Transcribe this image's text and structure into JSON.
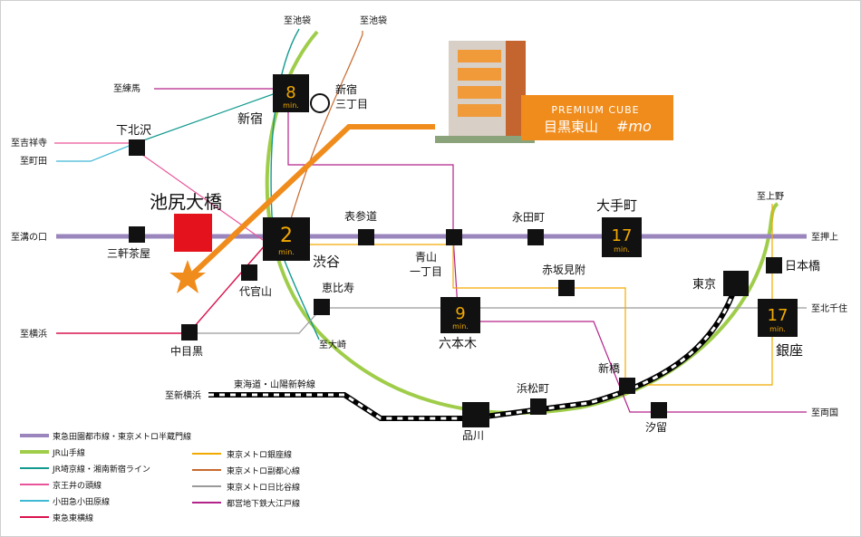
{
  "brand": {
    "tagline": "PREMIUM CUBE",
    "name": "目黒東山",
    "suffix": "#mo",
    "accent_color": "#f08c1c"
  },
  "destinations": {
    "ikebukuro_1": "至池袋",
    "ikebukuro_2": "至池袋",
    "nerima": "至練馬",
    "kichijoji": "至吉祥寺",
    "machida": "至町田",
    "mizonokuchi": "至溝の口",
    "yokohama": "至横浜",
    "oosaki": "至大崎",
    "shinyokohama": "至新横浜",
    "ueno": "至上野",
    "oshiage": "至押上",
    "kitasenju": "至北千住",
    "ryogoku": "至両国"
  },
  "stations": {
    "shinjuku": "新宿",
    "shinjuku_sanchome_1": "新宿",
    "shinjuku_sanchome_2": "三丁目",
    "shimokitazawa": "下北沢",
    "ikejiri_ohashi": "池尻大橋",
    "sangenjaya": "三軒茶屋",
    "shibuya": "渋谷",
    "daikanyama": "代官山",
    "nakameguro": "中目黒",
    "ebisu": "恵比寿",
    "omotesando": "表参道",
    "aoyama_1": "青山",
    "aoyama_2": "一丁目",
    "nagatacho": "永田町",
    "otemachi": "大手町",
    "akasaka_mitsuke": "赤坂見附",
    "roppongi": "六本木",
    "tokyo": "東京",
    "nihonbashi": "日本橋",
    "ginza": "銀座",
    "shinbashi": "新橋",
    "hamamatsucho": "浜松町",
    "shiodome": "汐留",
    "shinagawa": "品川",
    "tokaido": "東海道・山陽新幹線"
  },
  "travel_times": {
    "shinjuku": {
      "value": "8",
      "unit": "min."
    },
    "shibuya": {
      "value": "2",
      "unit": "min."
    },
    "otemachi": {
      "value": "17",
      "unit": "min."
    },
    "roppongi": {
      "value": "9",
      "unit": "min."
    },
    "ginza": {
      "value": "17",
      "unit": "min."
    }
  },
  "legend": [
    {
      "label": "東急田園都市線・東京メトロ半蔵門線",
      "color": "#9a86bd"
    },
    {
      "label": "JR山手線",
      "color": "#9fcd4a"
    },
    {
      "label": "JR埼京線・湘南新宿ライン",
      "color": "#139a8f"
    },
    {
      "label": "京王井の頭線",
      "color": "#e9559a"
    },
    {
      "label": "小田急小田原線",
      "color": "#3fb8d3"
    },
    {
      "label": "東急東横線",
      "color": "#d9134e"
    },
    {
      "label": "東京メトロ銀座線",
      "color": "#f2a900"
    },
    {
      "label": "東京メトロ副都心線",
      "color": "#c8682d"
    },
    {
      "label": "東京メトロ日比谷線",
      "color": "#9a9a9a"
    },
    {
      "label": "都営地下鉄大江戸線",
      "color": "#b3238a"
    }
  ]
}
